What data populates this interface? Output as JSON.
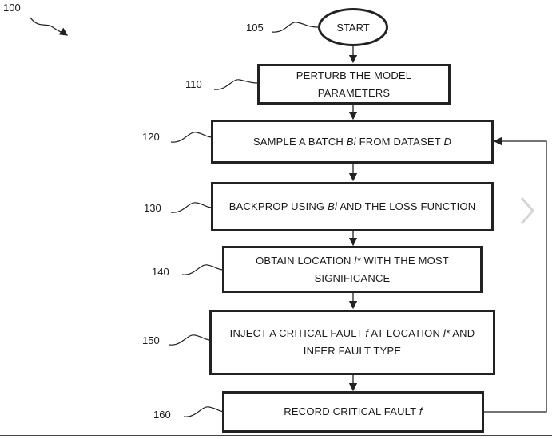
{
  "figure_ref": "100",
  "start": {
    "ref": "105",
    "label": "START"
  },
  "steps": [
    {
      "ref": "110",
      "line1": "PERTURB THE MODEL",
      "line2": "PARAMETERS"
    },
    {
      "ref": "120",
      "pre": "SAMPLE A BATCH ",
      "var1": "Bi",
      "mid": " FROM DATASET ",
      "var2": "D"
    },
    {
      "ref": "130",
      "pre": "BACKPROP USING ",
      "var1": "Bi",
      "post": " AND THE LOSS FUNCTION"
    },
    {
      "ref": "140",
      "line1_pre": "OBTAIN LOCATION ",
      "line1_var": "l*",
      "line1_post": " WITH THE MOST",
      "line2": "SIGNIFICANCE"
    },
    {
      "ref": "150",
      "line1_pre": "INJECT A CRITICAL FAULT ",
      "line1_var1": "f",
      "line1_mid": " AT LOCATION ",
      "line1_var2": "l*",
      "line1_post": " AND",
      "line2": "INFER FAULT TYPE"
    },
    {
      "ref": "160",
      "pre": "RECORD CRITICAL FAULT ",
      "var1": "f"
    }
  ],
  "icons": {
    "next": "chevron-right-icon"
  }
}
